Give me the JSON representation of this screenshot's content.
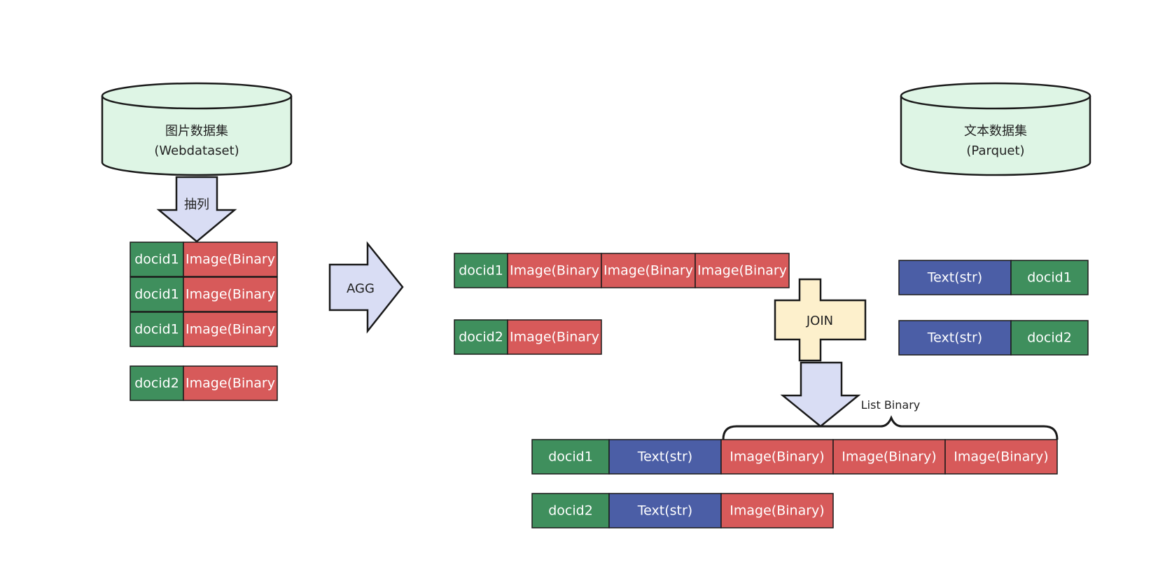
{
  "colors": {
    "docid": "#3f8f5d",
    "image": "#d75a5a",
    "text": "#4b5ea6",
    "db_fill": "#def5e5",
    "arrow_fill": "#d9ddf4",
    "join_fill": "#fdf0cc",
    "stroke": "#1a1a1a"
  },
  "image_dataset": {
    "line1": "图片数据集",
    "line2": "(Webdataset)"
  },
  "text_dataset": {
    "line1": "文本数据集",
    "line2": "(Parquet)"
  },
  "extract_arrow": {
    "label": "抽列"
  },
  "agg_arrow": {
    "label": "AGG"
  },
  "join_shape": {
    "label": "JOIN"
  },
  "brace": {
    "label": "List Binary"
  },
  "left_rows": [
    [
      "docid1",
      "Image(Binary"
    ],
    [
      "docid1",
      "Image(Binary"
    ],
    [
      "docid1",
      "Image(Binary"
    ],
    [
      "docid2",
      "Image(Binary"
    ]
  ],
  "agg_rows": [
    [
      "docid1",
      "Image(Binary",
      "Image(Binary",
      "Image(Binary"
    ],
    [
      "docid2",
      "Image(Binary"
    ]
  ],
  "text_rows": [
    [
      "Text(str)",
      "docid1"
    ],
    [
      "Text(str)",
      "docid2"
    ]
  ],
  "result_rows": [
    [
      "docid1",
      "Text(str)",
      "Image(Binary)",
      "Image(Binary)",
      "Image(Binary)"
    ],
    [
      "docid2",
      "Text(str)",
      "Image(Binary)"
    ]
  ]
}
